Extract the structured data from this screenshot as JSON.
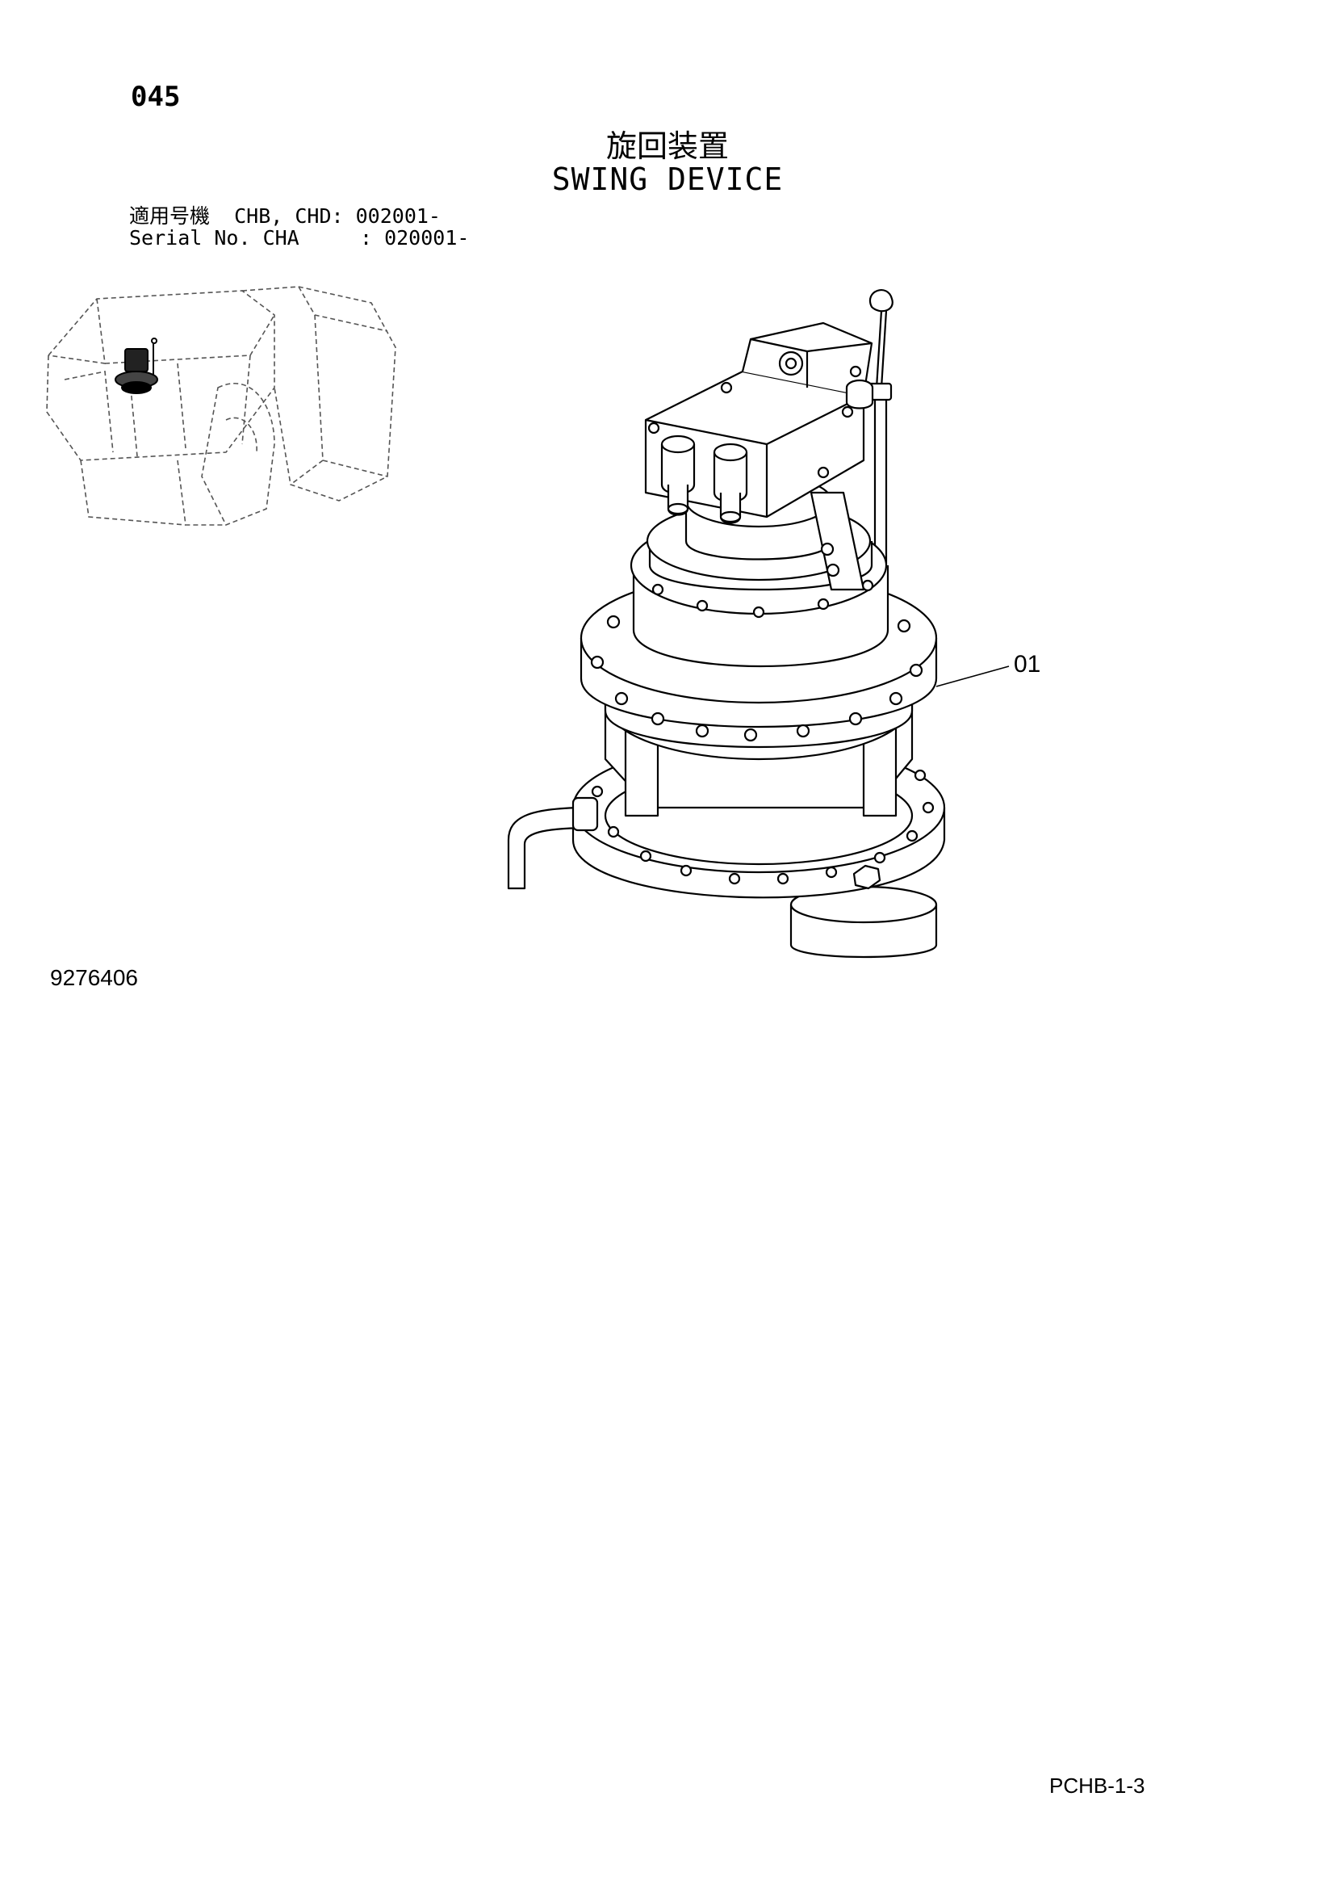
{
  "header": {
    "page_number": "045",
    "title_jp": "旋回装置",
    "title_en": "SWING DEVICE"
  },
  "serial": {
    "line1": "適用号機  CHB, CHD: 002001-",
    "line2": "Serial No. CHA     : 020001-"
  },
  "illustration": {
    "callout_label": "01"
  },
  "footer": {
    "drawing_number": "9276406",
    "page_code": "PCHB-1-3"
  }
}
